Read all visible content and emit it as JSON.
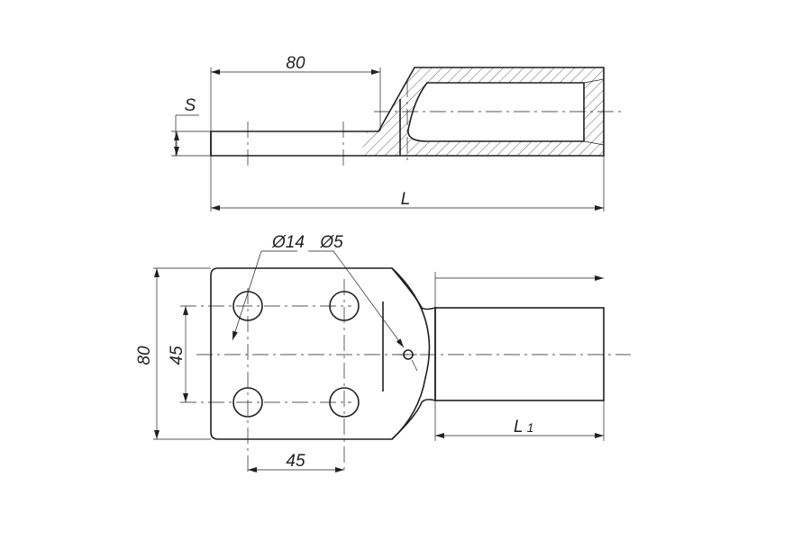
{
  "drawing": {
    "side_view": {
      "length_80": "80",
      "thickness": "S",
      "total_length": "L"
    },
    "plan_view": {
      "hole_diameter": "Ø14",
      "small_hole_diameter": "Ø5",
      "width_80": "80",
      "hole_spacing_vertical": "45",
      "hole_spacing_horizontal": "45",
      "barrel_length": "L",
      "barrel_length_sub": "1"
    }
  }
}
